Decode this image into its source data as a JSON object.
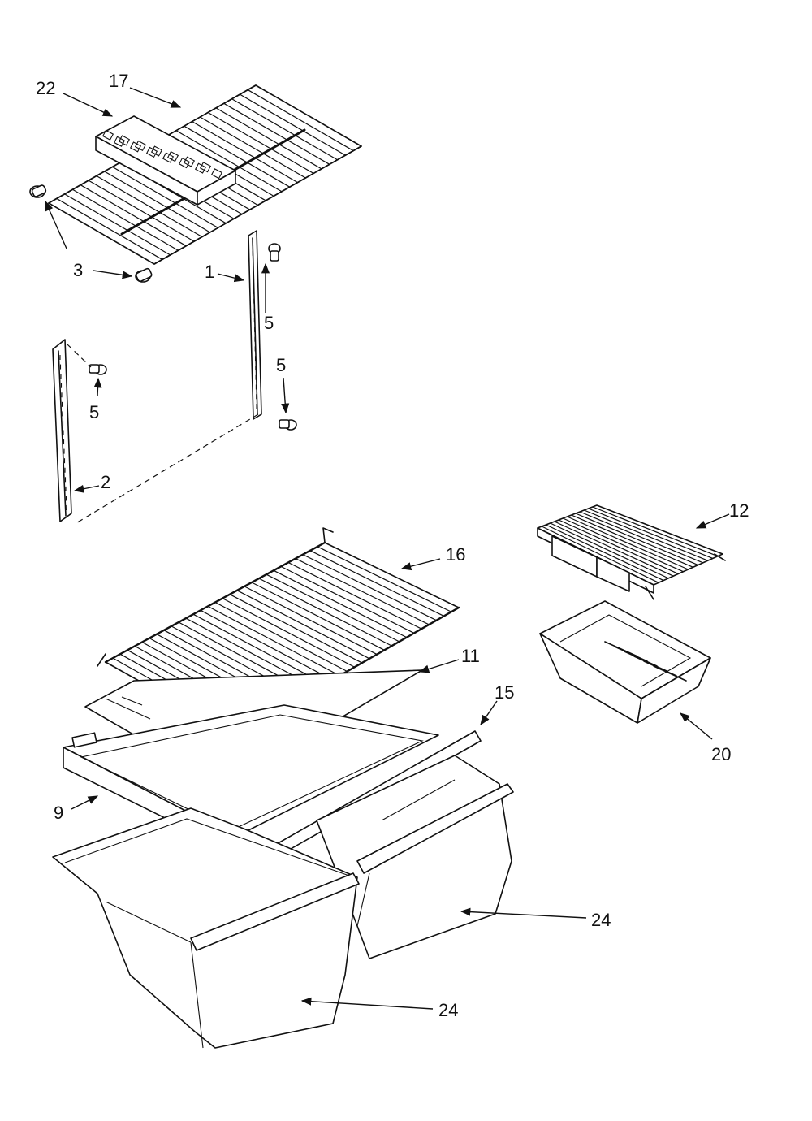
{
  "callouts": {
    "c22": "22",
    "c17": "17",
    "c3": "3",
    "c1": "1",
    "c5a": "5",
    "c5b": "5",
    "c5c": "5",
    "c2": "2",
    "c12": "12",
    "c16": "16",
    "c11": "11",
    "c15": "15",
    "c20": "20",
    "c9": "9",
    "c24a": "24",
    "c24b": "24"
  }
}
